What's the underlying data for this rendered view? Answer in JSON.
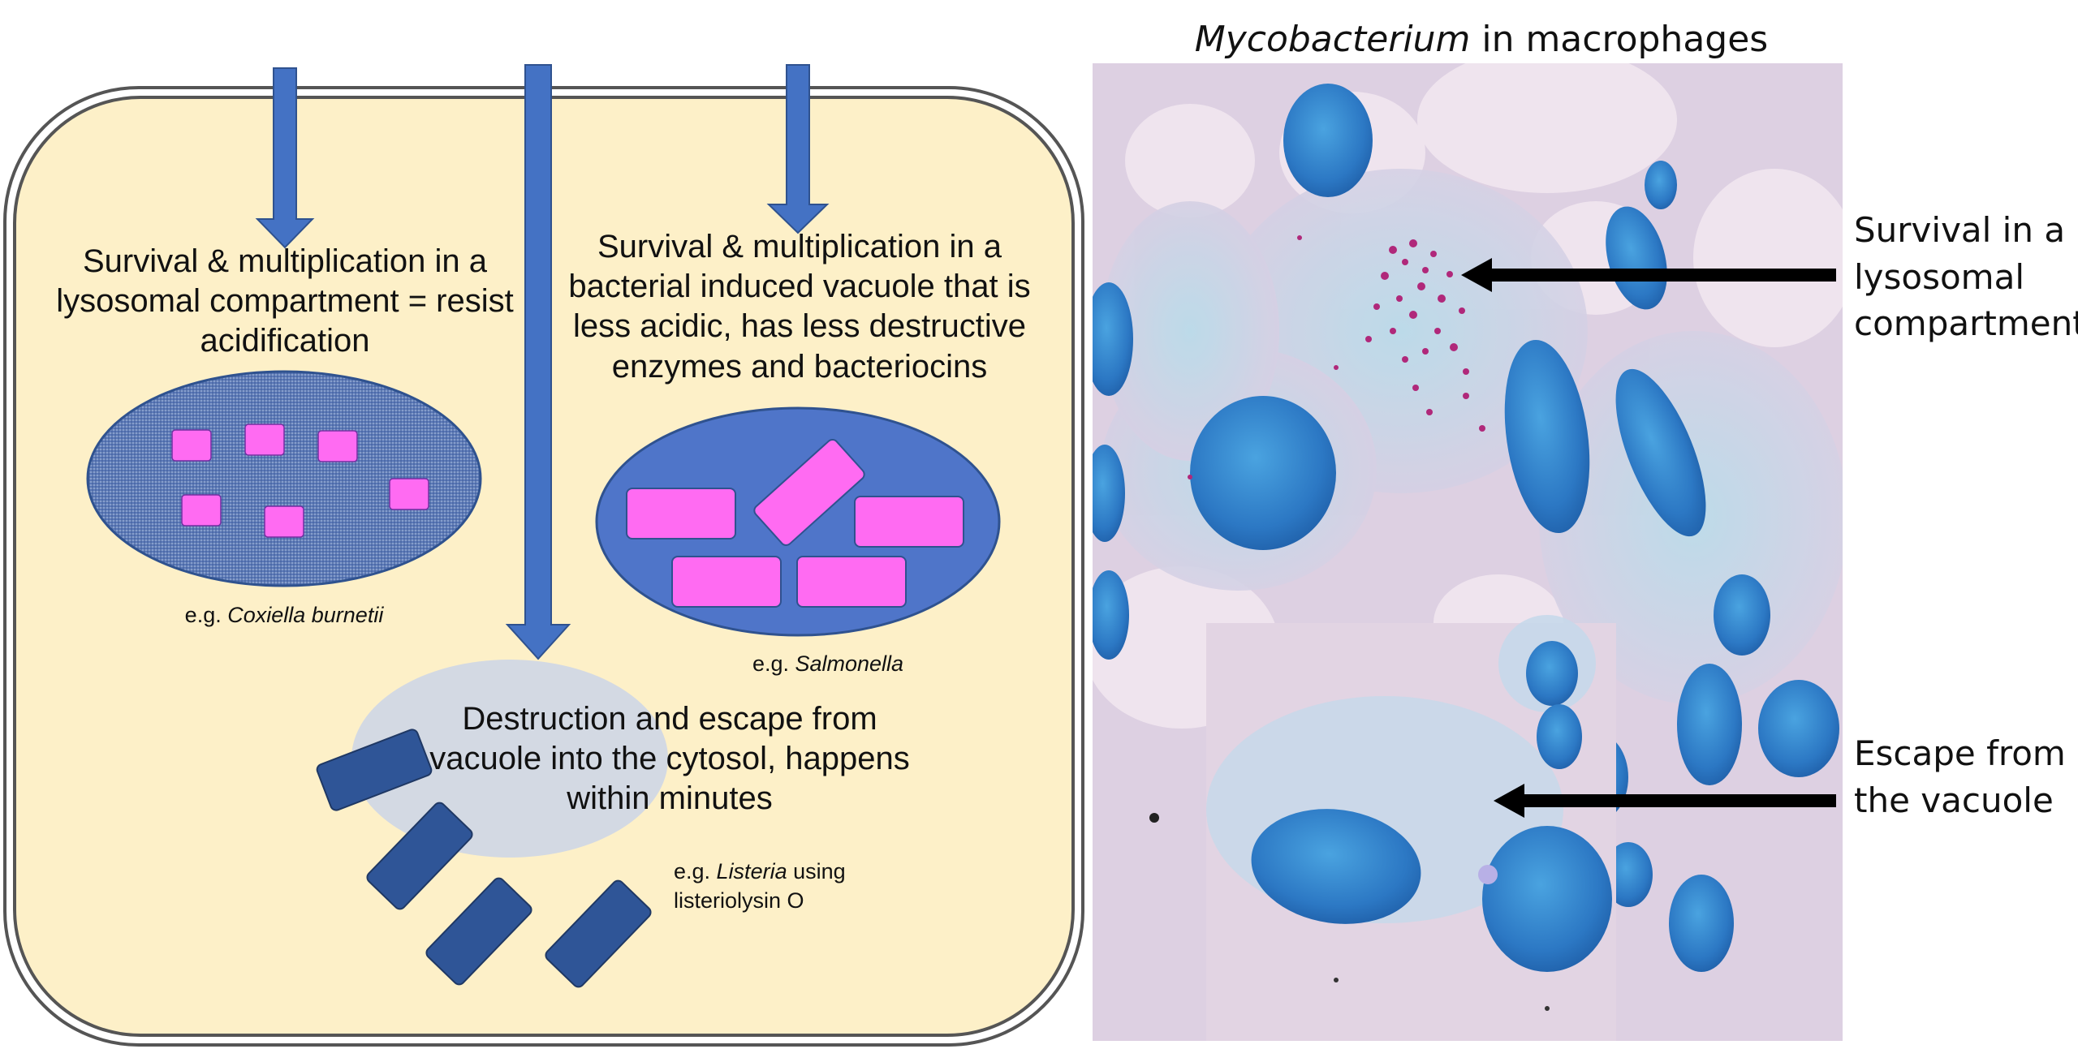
{
  "cell": {
    "pathway_1": {
      "caption": "Survival & multiplication in a lysosomal compartment = resist acidification",
      "example_prefix": "e.g. ",
      "example_name": "Coxiella burnetii"
    },
    "pathway_2": {
      "caption": "Survival & multiplication in a bacterial induced vacuole that is less acidic, has less destructive enzymes and bacteriocins",
      "example_prefix": "e.g. ",
      "example_name": "Salmonella"
    },
    "pathway_3": {
      "caption": "Destruction and escape from vacuole into the cytosol, happens within minutes",
      "example_prefix": "e.g. ",
      "example_name": "Listeria",
      "example_suffix": " using listeriolysin O"
    }
  },
  "micrograph": {
    "title_italic": "Mycobacterium",
    "title_rest": " in macrophages",
    "label_top": "Survival in a lysosomal compartment",
    "label_bottom": "Escape from the vacuole"
  },
  "colors": {
    "cell_fill": "#fdf0c8",
    "arrow_blue": "#4472c4",
    "vacuole_blue": "#4f75c9",
    "bacteria_pink": "#ff6bf2",
    "dark_bacteria": "#2f5597",
    "escape_vacuole": "#d3d9e3",
    "micrograph_bg": "#ddd0e2",
    "nucleus_blue": "#2c78c4"
  }
}
